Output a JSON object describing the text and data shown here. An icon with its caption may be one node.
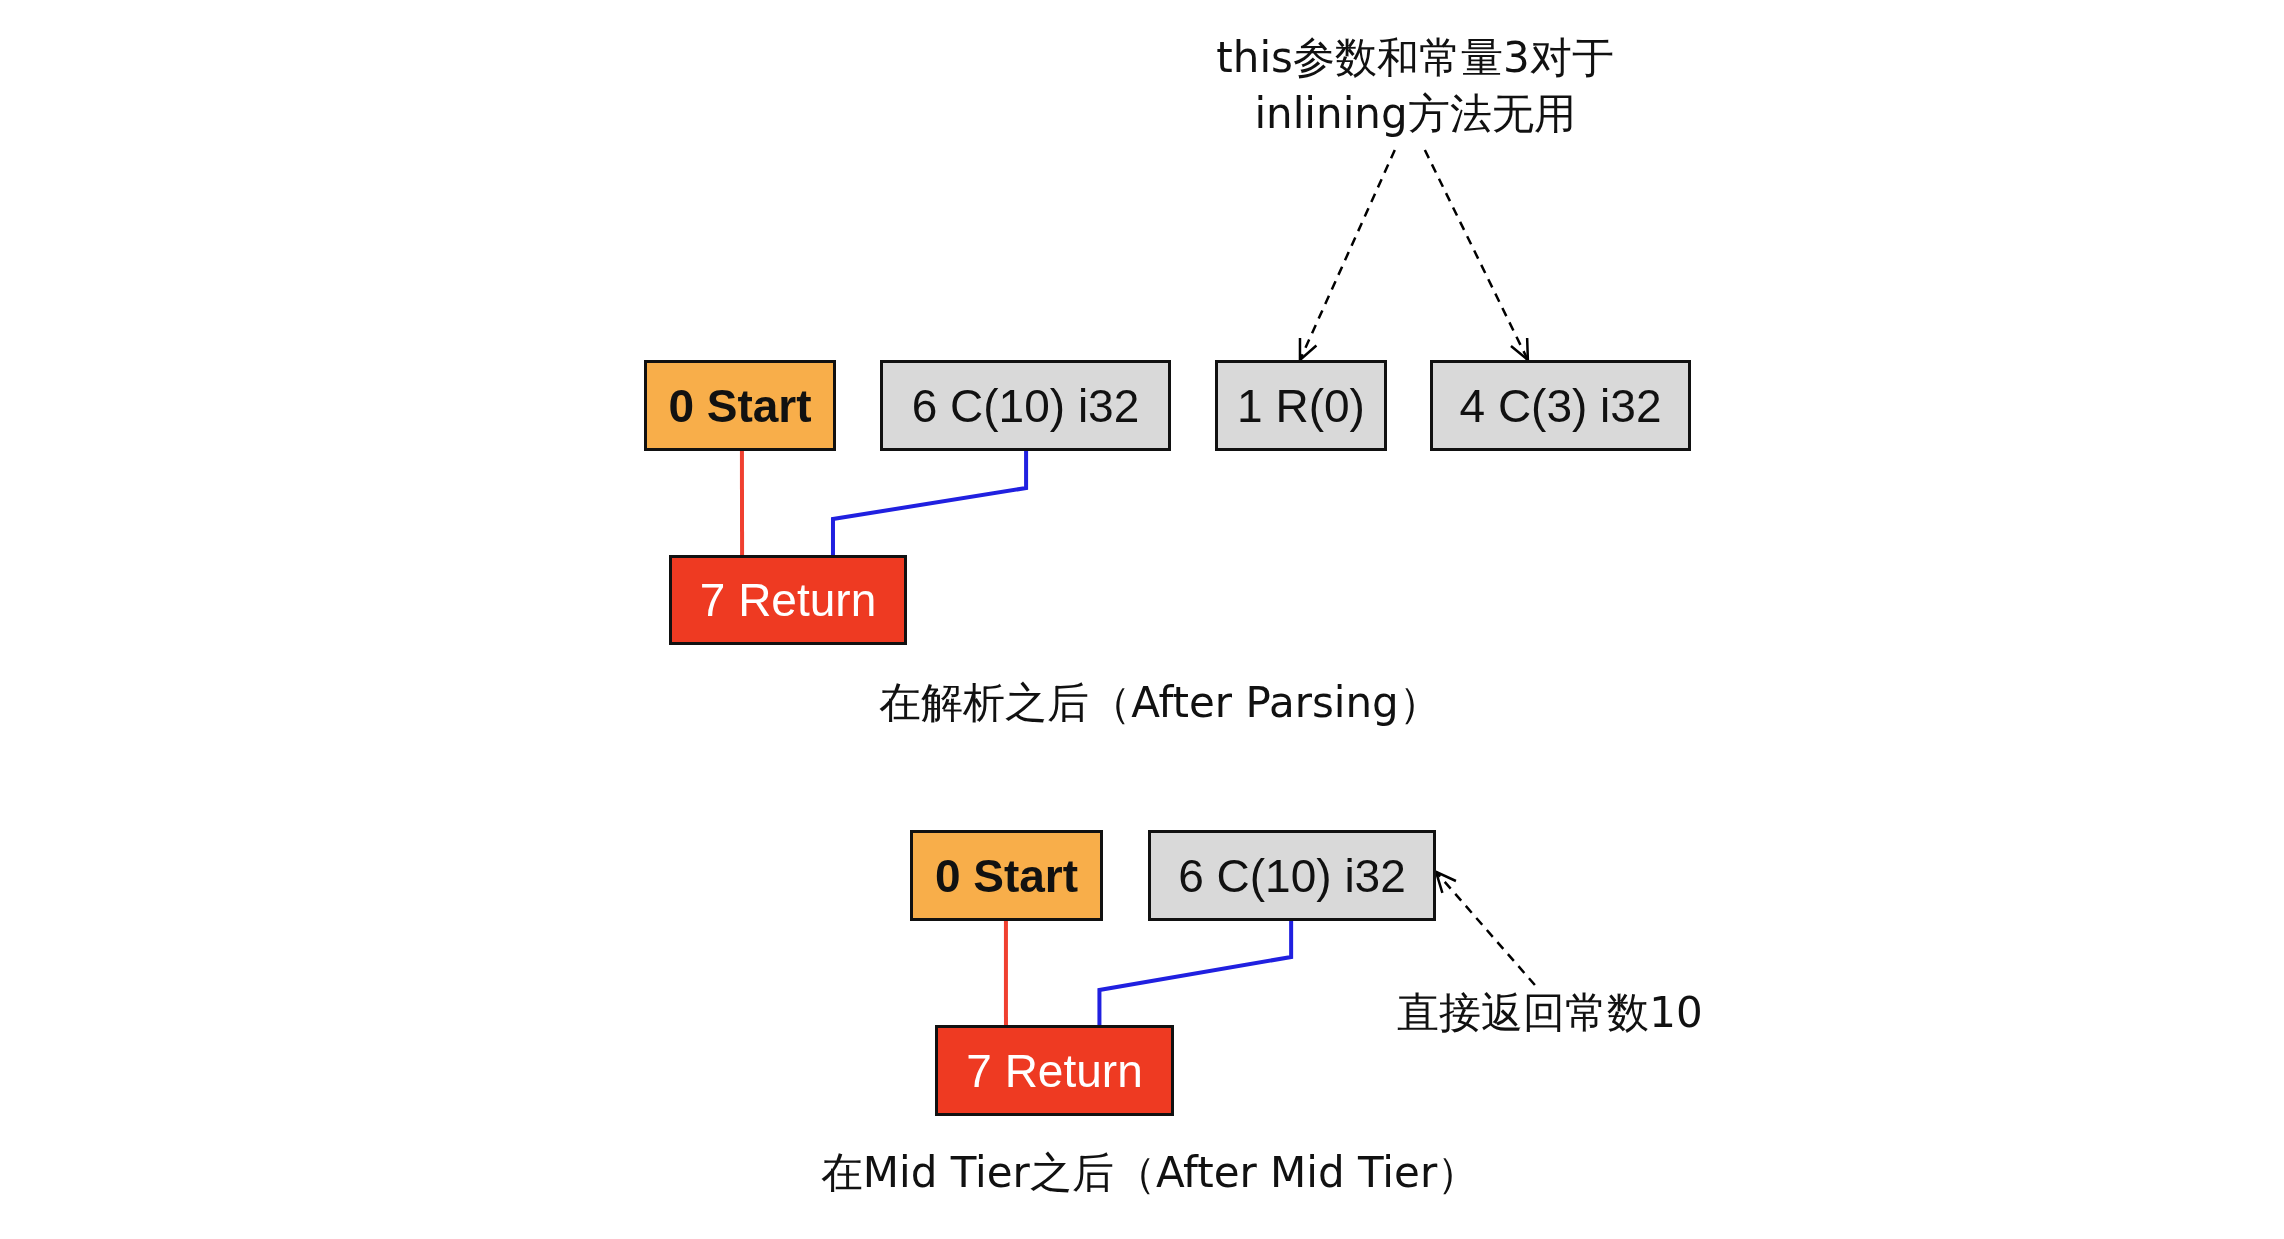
{
  "diagram": {
    "nodes": [
      {
        "text": [
          "this参数和常量3对于 inlining方法无用"
        ]
      },
      {
        "text": [
          "0 Start"
        ]
      },
      {
        "text": [
          "6 C(10) i32"
        ]
      },
      {
        "text": [
          "1 R(0)"
        ]
      },
      {
        "text": [
          "4 C(3) i32"
        ]
      },
      {
        "text": [
          "7 Return"
        ]
      },
      {
        "text": [
          "0 Start"
        ]
      },
      {
        "text": [
          "6 C(10) i32"
        ]
      },
      {
        "text": [
          "7 Return"
        ]
      },
      {
        "text": [
          "直接返回常数10"
        ]
      }
    ],
    "edges": [
      {
        "from": 0,
        "to": 3,
        "arrow": "to",
        "style": "dashed",
        "color": "#000000"
      },
      {
        "from": 0,
        "to": 4,
        "arrow": "to",
        "style": "dashed",
        "color": "#000000"
      },
      {
        "from": 1,
        "to": 5,
        "arrow": "none",
        "color": "#f04030"
      },
      {
        "from": 2,
        "to": 5,
        "arrow": "none",
        "color": "#2020e0"
      },
      {
        "from": 6,
        "to": 8,
        "arrow": "none",
        "color": "#f04030"
      },
      {
        "from": 7,
        "to": 8,
        "arrow": "none",
        "color": "#2020e0"
      },
      {
        "from": 9,
        "to": 7,
        "arrow": "to",
        "style": "dashed",
        "color": "#000000"
      }
    ],
    "labels": [
      "在解析之后（After Parsing）",
      "在Mid Tier之后（After Mid Tier）"
    ]
  }
}
